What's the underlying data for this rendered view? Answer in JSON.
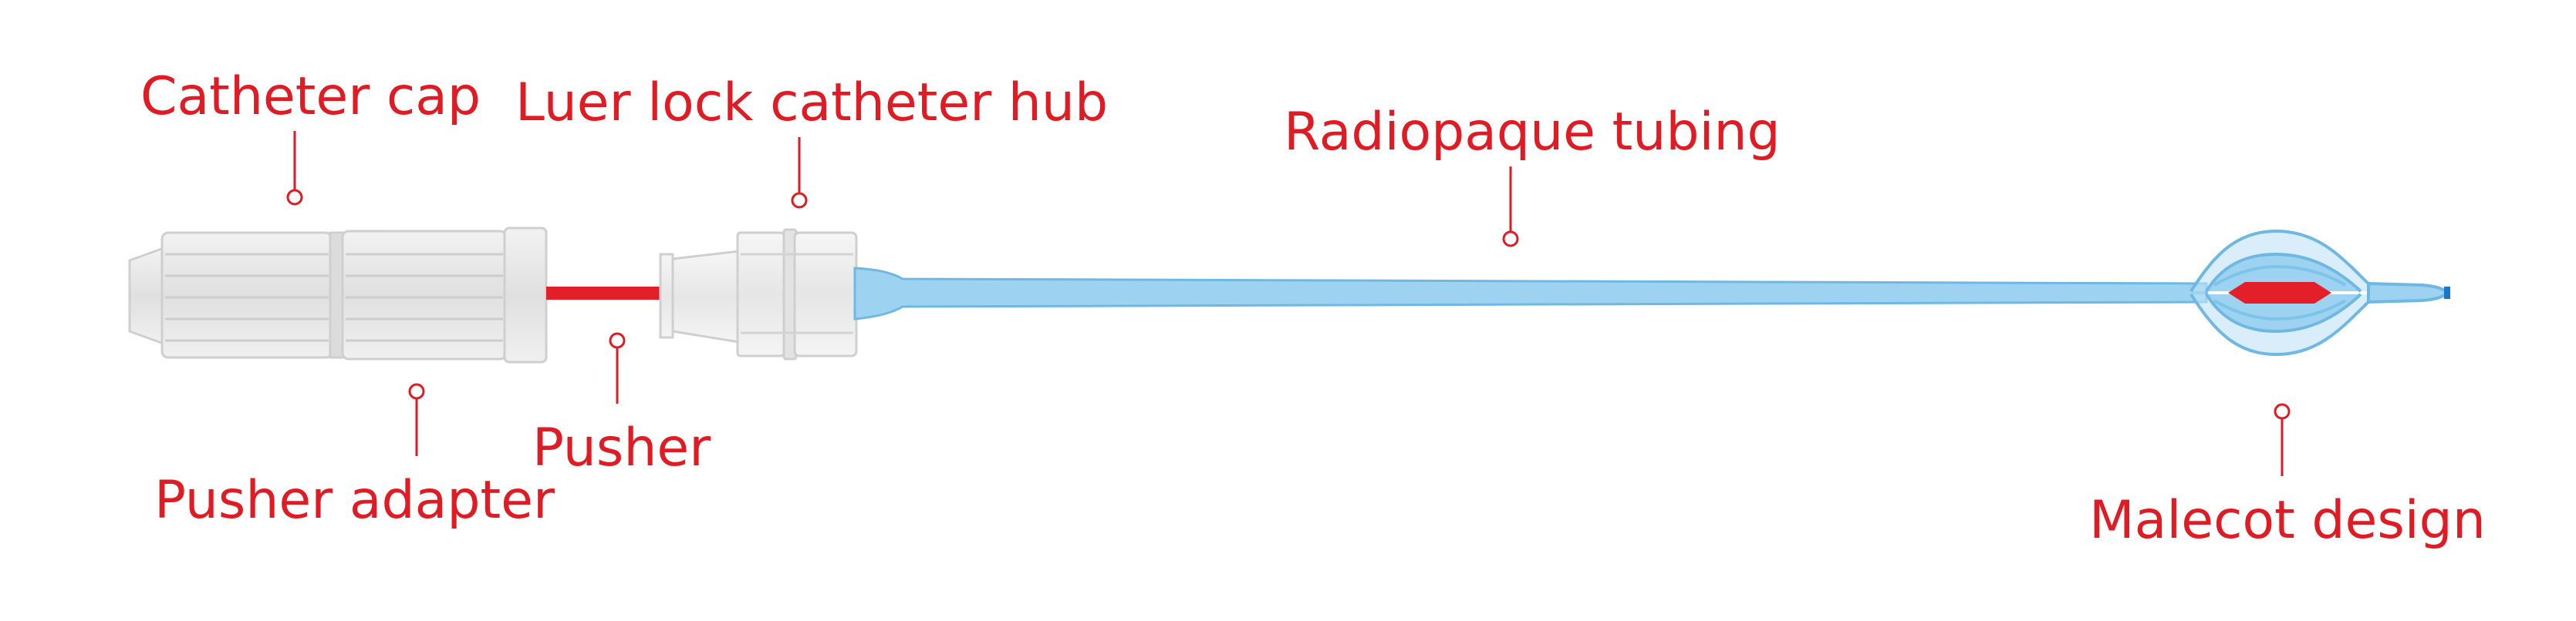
{
  "labels": {
    "catheter_cap": "Catheter cap",
    "luer_lock_hub": "Luer lock catheter hub",
    "radiopaque_tubing": "Radiopaque tubing",
    "pusher_adapter": "Pusher adapter",
    "pusher": "Pusher",
    "malecot_design": "Malecot design"
  },
  "colors": {
    "label_red": "#e01b24",
    "pusher_red": "#e3202a",
    "tubing_blue": "#9dd3f0",
    "tubing_edge": "#6fb8e4",
    "tip_blue": "#1a76c9",
    "cap_grey": "#e2e2e2",
    "cap_edge": "#c7c7c7",
    "hub_grey": "#ececec"
  }
}
